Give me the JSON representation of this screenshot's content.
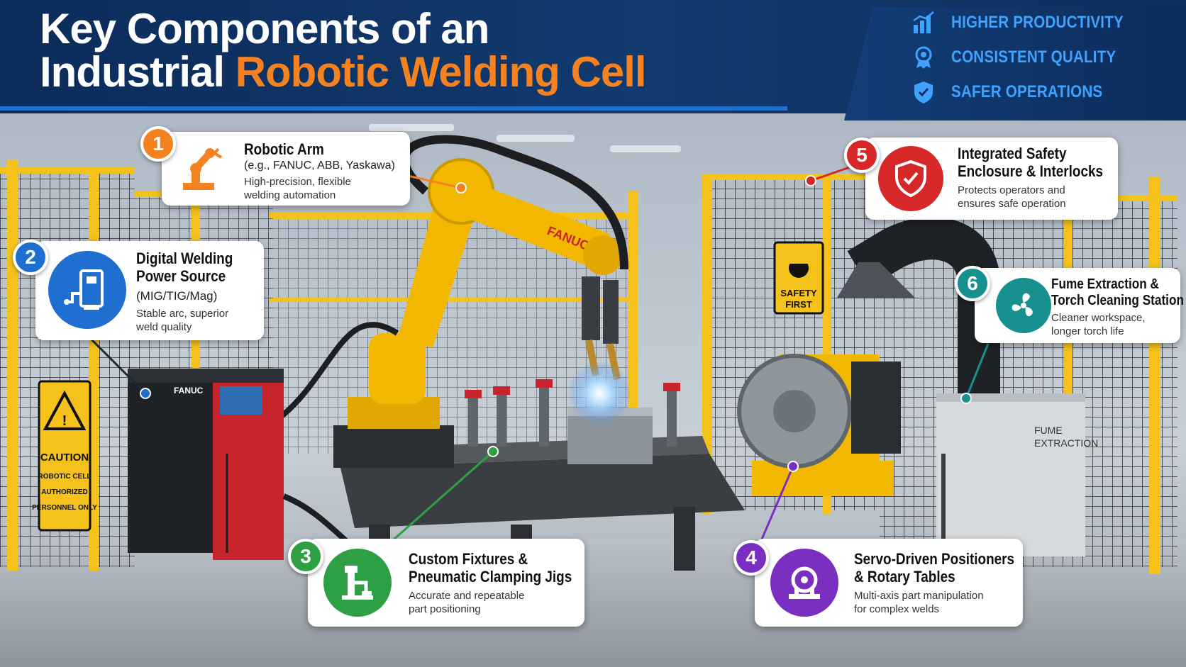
{
  "header": {
    "title_line1": "Key Components of an",
    "title_line2_white": "Industrial",
    "title_line2_orange": "Robotic Welding Cell",
    "benefits": [
      {
        "label": "HIGHER PRODUCTIVITY",
        "icon": "bar-chart-icon"
      },
      {
        "label": "CONSISTENT QUALITY",
        "icon": "award-ribbon-icon"
      },
      {
        "label": "SAFER OPERATIONS",
        "icon": "shield-check-icon"
      }
    ]
  },
  "components": [
    {
      "number": "1",
      "title": "Robotic Arm",
      "subtitle": "(e.g., FANUC, ABB, Yaskawa)",
      "description": [
        "High-precision, flexible",
        "welding automation"
      ],
      "icon": "robot-arm-icon",
      "color": "#f58220"
    },
    {
      "number": "2",
      "title": [
        "Digital Welding",
        "Power Source"
      ],
      "subtitle": "(MIG/TIG/Mag)",
      "description": [
        "Stable arc, superior",
        "weld quality"
      ],
      "icon": "power-source-icon",
      "color": "#1e6fd0"
    },
    {
      "number": "3",
      "title": [
        "Custom Fixtures &",
        "Pneumatic Clamping Jigs"
      ],
      "description": [
        "Accurate and repeatable",
        "part positioning"
      ],
      "icon": "clamp-icon",
      "color": "#2ea043"
    },
    {
      "number": "4",
      "title": [
        "Servo-Driven Positioners",
        "& Rotary Tables"
      ],
      "description": [
        "Multi-axis part manipulation",
        "for complex welds"
      ],
      "icon": "positioner-icon",
      "color": "#7b2fc0"
    },
    {
      "number": "5",
      "title": [
        "Integrated Safety",
        "Enclosure & Interlocks"
      ],
      "description": [
        "Protects operators and",
        "ensures safe operation"
      ],
      "icon": "safety-shield-icon",
      "color": "#d62828"
    },
    {
      "number": "6",
      "title": [
        "Fume Extraction &",
        "Torch Cleaning Station"
      ],
      "description": [
        "Cleaner workspace,",
        "longer torch life"
      ],
      "icon": "fan-icon",
      "color": "#17918f"
    }
  ],
  "scene": {
    "robot_brand": "FANUC",
    "power_source_brand": "FANUC",
    "safety_sign": [
      "SAFETY",
      "FIRST"
    ],
    "caution_sign": [
      "CAUTION",
      "ROBOTIC CELL",
      "AUTHORIZED",
      "PERSONNEL ONLY"
    ],
    "fume_label": [
      "FUME",
      "EXTRACTION"
    ]
  },
  "colors": {
    "header_bg": "#0c2c5a",
    "title_accent": "#f58220",
    "benefit_text": "#3fa2ff",
    "fence_yellow": "#f4c21a",
    "robot_yellow": "#f2b800"
  }
}
